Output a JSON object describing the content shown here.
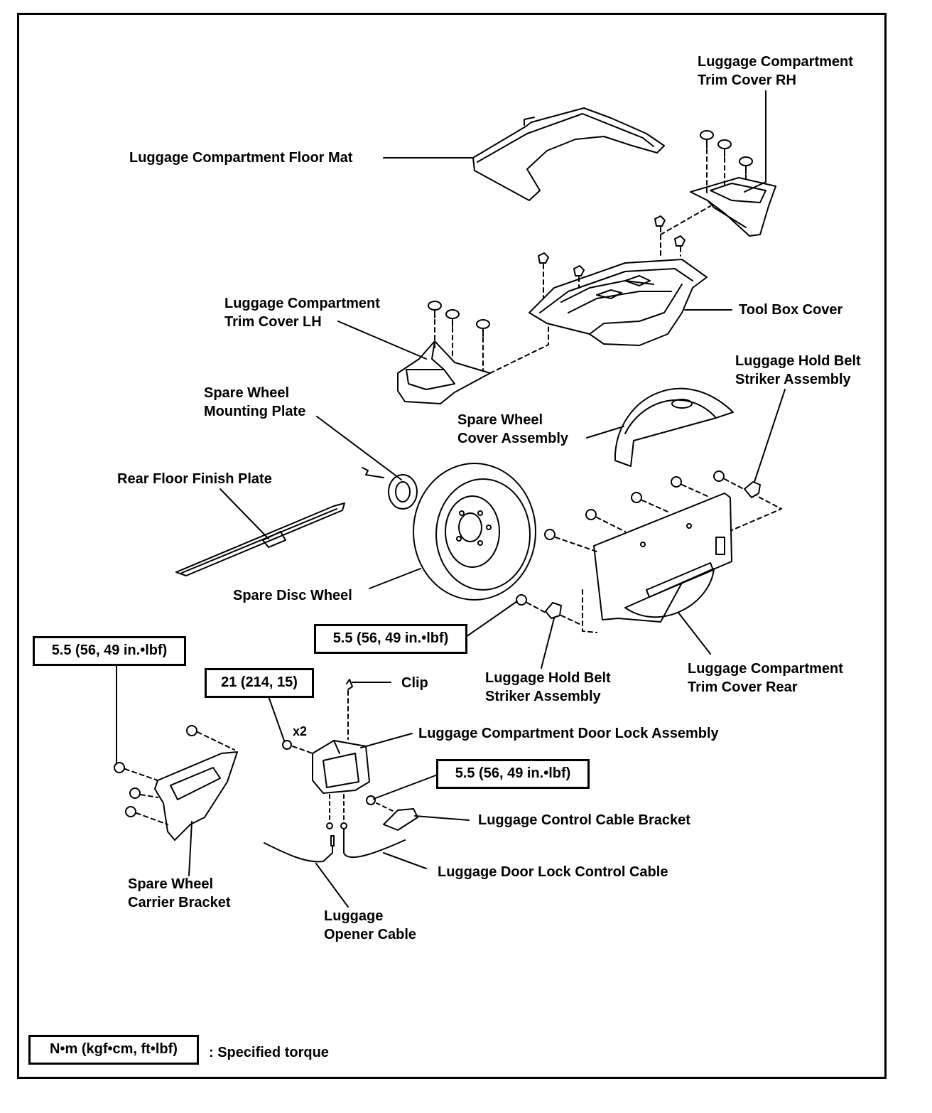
{
  "labels": {
    "floor_mat": "Luggage Compartment Floor Mat",
    "trim_rh": [
      "Luggage Compartment",
      "Trim Cover RH"
    ],
    "trim_lh": [
      "Luggage Compartment",
      "Trim Cover LH"
    ],
    "tool_box_cover": "Tool Box Cover",
    "hold_belt_top": [
      "Luggage Hold Belt",
      "Striker Assembly"
    ],
    "mounting_plate": [
      "Spare Wheel",
      "Mounting Plate"
    ],
    "wheel_cover": [
      "Spare Wheel",
      "Cover Assembly"
    ],
    "finish_plate": "Rear Floor Finish Plate",
    "disc_wheel": "Spare Disc Wheel",
    "hold_belt_bottom": [
      "Luggage Hold Belt",
      "Striker Assembly"
    ],
    "trim_rear": [
      "Luggage Compartment",
      "Trim Cover Rear"
    ],
    "clip": "Clip",
    "x2": "x2",
    "door_lock": "Luggage Compartment Door Lock Assembly",
    "control_bracket": "Luggage Control Cable Bracket",
    "control_cable": "Luggage Door Lock Control Cable",
    "carrier_bracket": [
      "Spare Wheel",
      "Carrier Bracket"
    ],
    "opener_cable": [
      "Luggage",
      "Opener Cable"
    ]
  },
  "torques": {
    "wheel_area": "5.5 (56, 49 in.•lbf)",
    "carrier_bracket": "5.5 (56, 49 in.•lbf)",
    "door_lock": "21 (214, 15)",
    "cable_bracket": "5.5 (56, 49 in.•lbf)"
  },
  "legend": {
    "unit_box": "N•m (kgf•cm, ft•lbf)",
    "caption": ": Specified torque"
  }
}
